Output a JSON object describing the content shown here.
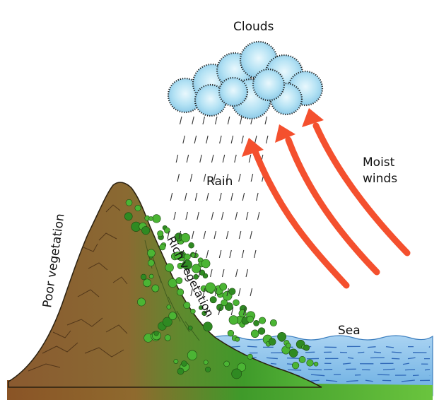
{
  "labels": {
    "clouds": "Clouds",
    "rain": "Rain",
    "moist_winds_line1": "Moist",
    "moist_winds_line2": "winds",
    "poor_vegetation": "Poor vegetation",
    "rich_vegetation": "Rich vegetation",
    "sea": "Sea"
  },
  "colors": {
    "arrow": "#f4502e",
    "sea": "#7fb9e6",
    "cloud": "#a9dcf2",
    "mountain_dry": "#8a5a30",
    "mountain_green": "#3f9a2a",
    "foliage": "#4bb534"
  }
}
